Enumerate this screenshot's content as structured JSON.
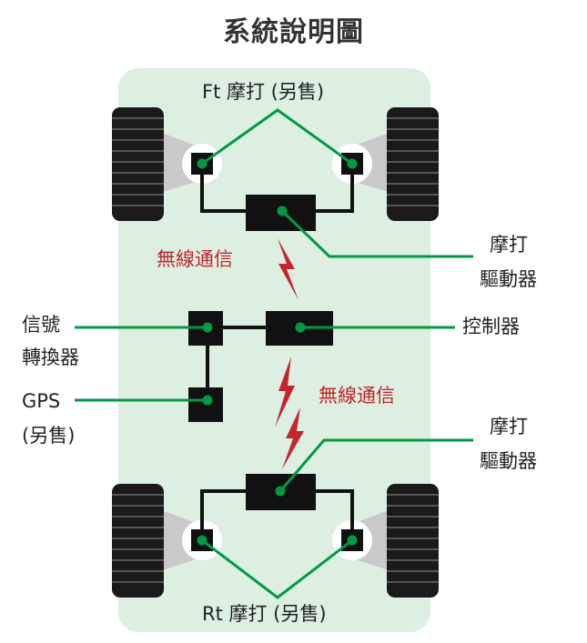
{
  "title": "系統說明圖",
  "labels": {
    "front_motor": "Ft 摩打 (另售)",
    "rear_motor": "Rt 摩打 (另售)",
    "motor_driver_top_line1": "摩打",
    "motor_driver_top_line2": "驅動器",
    "motor_driver_bottom_line1": "摩打",
    "motor_driver_bottom_line2": "驅動器",
    "wireless_top": "無線通信",
    "wireless_bottom": "無線通信",
    "signal_converter_line1": "信號",
    "signal_converter_line2": "轉換器",
    "controller": "控制器",
    "gps_line1": "GPS",
    "gps_line2": "(另售)"
  },
  "colors": {
    "chassis": "#dcefe0",
    "connector": "#009a44",
    "wire": "#111111",
    "block": "#111111",
    "wireless": "#c1272d",
    "tire": "#1a1a1a",
    "hub": "#d8d8d8"
  }
}
